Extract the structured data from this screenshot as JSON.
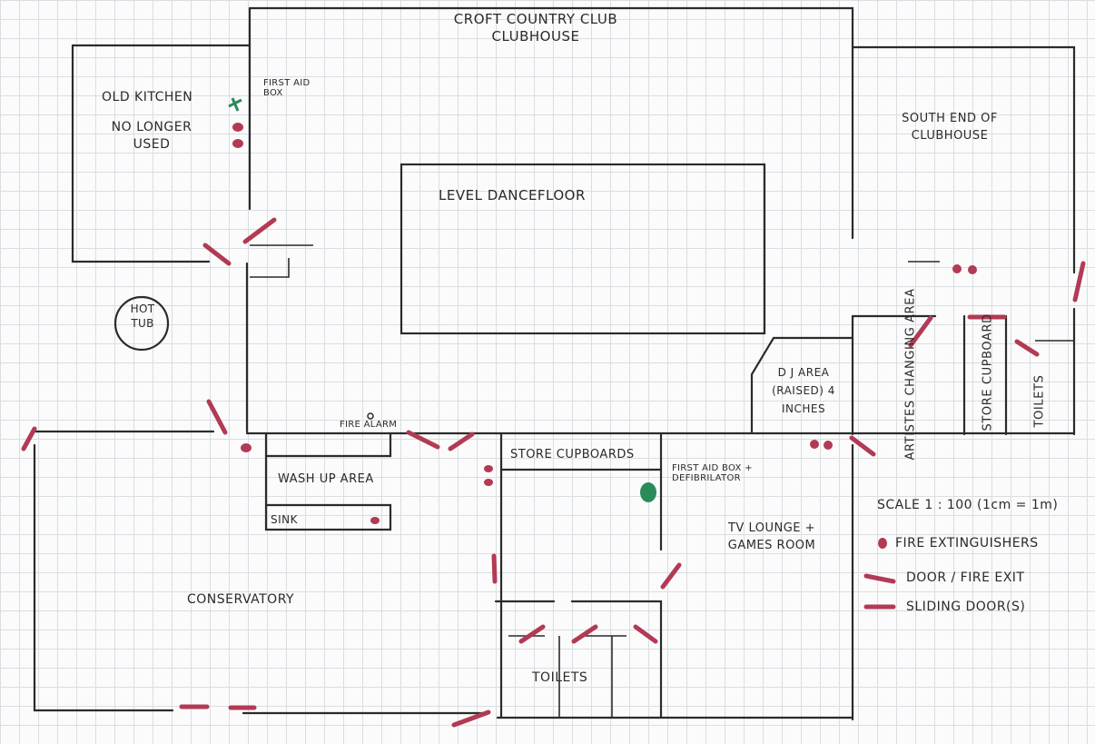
{
  "title": {
    "line1": "CROFT COUNTRY CLUB",
    "line2": "CLUBHOUSE"
  },
  "rooms": {
    "old_kitchen": "OLD KITCHEN",
    "old_kitchen_note": "NO LONGER USED",
    "hot_tub": "HOT TUB",
    "dancefloor": "LEVEL DANCEFLOOR",
    "south_end": "SOUTH END OF CLUBHOUSE",
    "dj_area": "D J AREA (raised) 4 inches",
    "artistes": "ARTISTES CHANGING AREA",
    "store_cupboard": "STORE CUPBOARD",
    "toilets_east": "TOILETS",
    "wash_up": "WASH UP AREA",
    "sink": "SINK",
    "store_cupboards": "STORE CUPBOARDS",
    "tv_lounge": "TV LOUNGE + GAMES ROOM",
    "conservatory": "CONSERVATORY",
    "toilets_south": "TOILETS"
  },
  "annotations": {
    "first_aid_box": "FIRST AID BOX",
    "first_aid_defib": "FIRST AID BOX + DEFIBRILATOR",
    "fire_alarm": "FIRE ALARM"
  },
  "legend": {
    "scale": "SCALE 1 : 100 (1cm = 1m)",
    "extinguishers": "FIRE EXTINGUISHERS",
    "door_fire_exit": "DOOR / FIRE EXIT",
    "sliding_doors": "SLIDING DOOR(S)"
  },
  "colors": {
    "door_marker": "#b23a55",
    "extinguisher": "#b23a55",
    "first_aid": "#2a8a5a",
    "walls": "#2b2b2b",
    "grid": "#d9dee3"
  }
}
